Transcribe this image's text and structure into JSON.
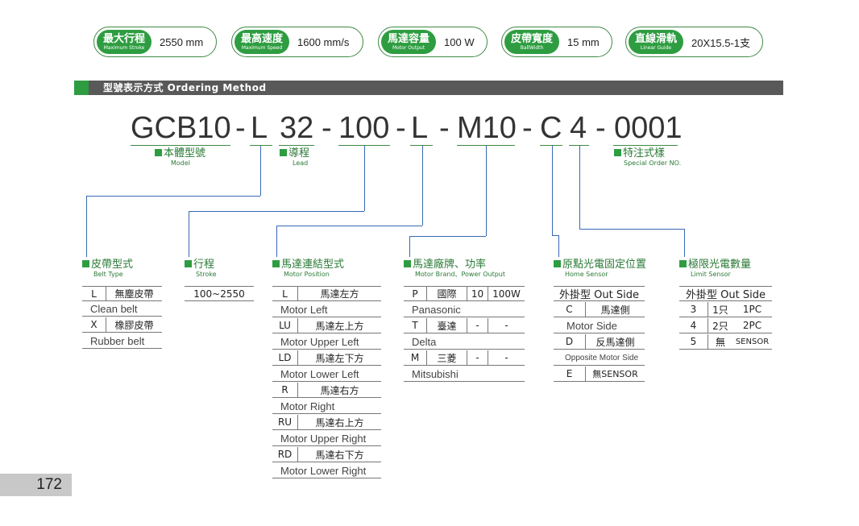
{
  "specs": [
    {
      "zh": "最大行程",
      "en": "Maximum Stroke",
      "value": "2550 mm"
    },
    {
      "zh": "最高速度",
      "en": "Maximum Speed",
      "value": "1600 mm/s"
    },
    {
      "zh": "馬達容量",
      "en": "Motor Output",
      "value": "100 W"
    },
    {
      "zh": "皮帶寬度",
      "en": "BallWidth",
      "value": "15 mm"
    },
    {
      "zh": "直線滑軌",
      "en": "Linear Guide",
      "value": "20X15.5-1支"
    }
  ],
  "section": {
    "title": "型號表示方式 Ordering Method"
  },
  "code": {
    "segments": [
      "GCB10",
      "-",
      "L",
      "32",
      "-",
      "100",
      "-",
      "L",
      "-",
      "M10",
      "-",
      "C",
      "4",
      "-",
      "0001"
    ]
  },
  "labels": {
    "model": {
      "zh": "本體型號",
      "en": "Model"
    },
    "lead": {
      "zh": "導程",
      "en": "Lead"
    },
    "special": {
      "zh": "特注式樣",
      "en": "Special Order NO."
    },
    "belt_type": {
      "zh": "皮帶型式",
      "en": "Belt Type"
    },
    "stroke": {
      "zh": "行程",
      "en": "Stroke"
    },
    "motor_position": {
      "zh": "馬達連結型式",
      "en": "Motor Position"
    },
    "motor_brand": {
      "zh": "馬達廠牌、功率",
      "en": "Motor Brand、Power Output"
    },
    "home_sensor": {
      "zh": "原點光電固定位置",
      "en": "Home Sensor"
    },
    "limit_sensor": {
      "zh": "極限光電數量",
      "en": "Limit Sensor"
    }
  },
  "belt_table": [
    {
      "code": "L",
      "zh": "無塵皮帶",
      "en": "Clean belt"
    },
    {
      "code": "X",
      "zh": "橡膠皮帶",
      "en": "Rubber belt"
    }
  ],
  "stroke_table": {
    "range": "100~2550"
  },
  "motor_position_table": [
    {
      "code": "L",
      "zh": "馬達左方",
      "en": "Motor Left"
    },
    {
      "code": "LU",
      "zh": "馬達左上方",
      "en": "Motor Upper Left"
    },
    {
      "code": "LD",
      "zh": "馬達左下方",
      "en": "Motor Lower Left"
    },
    {
      "code": "R",
      "zh": "馬達右方",
      "en": "Motor Right"
    },
    {
      "code": "RU",
      "zh": "馬達右上方",
      "en": "Motor Upper Right"
    },
    {
      "code": "RD",
      "zh": "馬達右下方",
      "en": "Motor Lower Right"
    }
  ],
  "motor_brand_table": [
    {
      "code": "P",
      "zh": "國際",
      "power_code": "10",
      "power": "100W",
      "en": "Panasonic"
    },
    {
      "code": "T",
      "zh": "臺達",
      "power_code": "-",
      "power": "-",
      "en": "Delta"
    },
    {
      "code": "M",
      "zh": "三菱",
      "power_code": "-",
      "power": "-",
      "en": "Mitsubishi"
    }
  ],
  "home_sensor_table": {
    "header": "外掛型 Out Side",
    "rows": [
      {
        "code": "C",
        "zh": "馬達側",
        "en": "Motor Side"
      },
      {
        "code": "D",
        "zh": "反馬達側",
        "en": "Opposite Motor Side"
      },
      {
        "code": "E",
        "zh": "無SENSOR",
        "en": ""
      }
    ]
  },
  "limit_sensor_table": {
    "header": "外掛型 Out Side",
    "rows": [
      {
        "code": "3",
        "qty": "1只",
        "en": "1PC"
      },
      {
        "code": "4",
        "qty": "2只",
        "en": "2PC"
      },
      {
        "code": "5",
        "qty": "無",
        "en": "SENSOR"
      }
    ]
  },
  "page": {
    "number": "172"
  },
  "colors": {
    "green": "#2e9d41",
    "bar": "#595959",
    "line": "#3868b8"
  }
}
